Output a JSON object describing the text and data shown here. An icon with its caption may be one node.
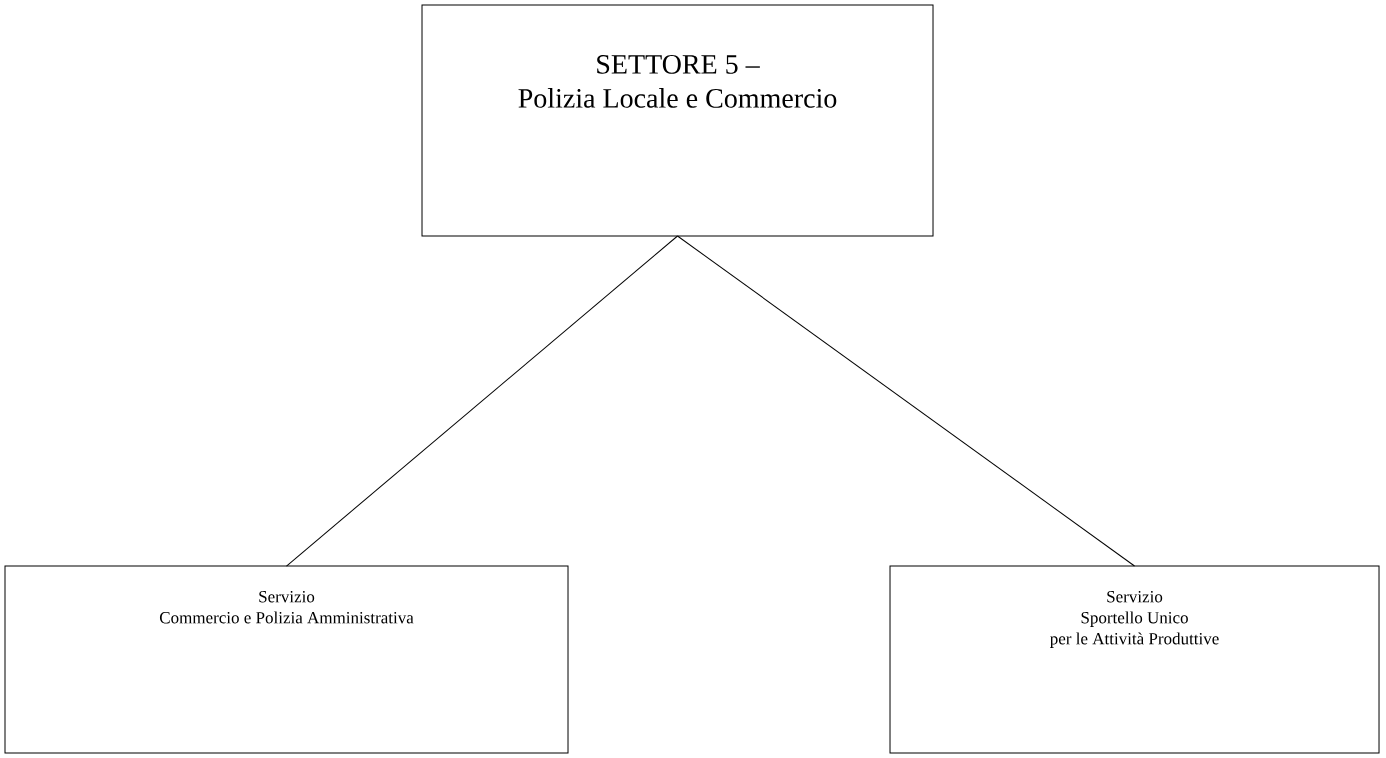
{
  "diagram": {
    "nodes": [
      {
        "text": [
          "SETTORE 5 –",
          "Polizia Locale e Commercio"
        ]
      },
      {
        "text": [
          "Servizio",
          "Commercio e Polizia Amministrativa"
        ]
      },
      {
        "text": [
          "Servizio",
          "Sportello Unico",
          "per le Attività Produttive"
        ]
      }
    ],
    "edges": [
      {
        "from": 0,
        "to": 1,
        "arrow": "none"
      },
      {
        "from": 0,
        "to": 2,
        "arrow": "none"
      }
    ]
  }
}
